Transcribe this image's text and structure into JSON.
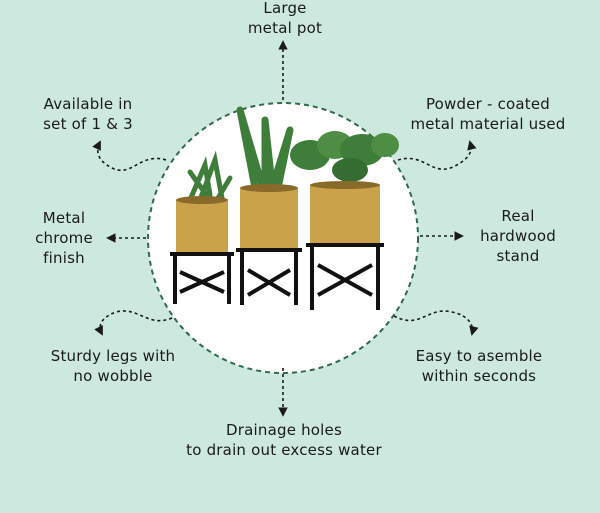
{
  "colors": {
    "background": "#cde8de",
    "circle_fill": "#ffffff",
    "circle_border": "#2f6b4a",
    "connector": "#1a1a1a",
    "pot_gold": "#c9a24a",
    "stand_black": "#111111",
    "leaf_green": "#3f7d3a"
  },
  "icons": [
    "arrow-head-icon",
    "planter-set-image"
  ],
  "features": {
    "top": "Large\nmetal pot",
    "top_left": "Available in\nset of 1 & 3",
    "top_right": "Powder - coated\nmetal material used",
    "mid_left": "Metal\nchrome\nfinish",
    "mid_right": "Real\nhardwood\nstand",
    "bottom_left": "Sturdy legs with\nno wobble",
    "bottom_right": "Easy to asemble\nwithin seconds",
    "bottom": "Drainage holes\nto drain out excess water"
  }
}
